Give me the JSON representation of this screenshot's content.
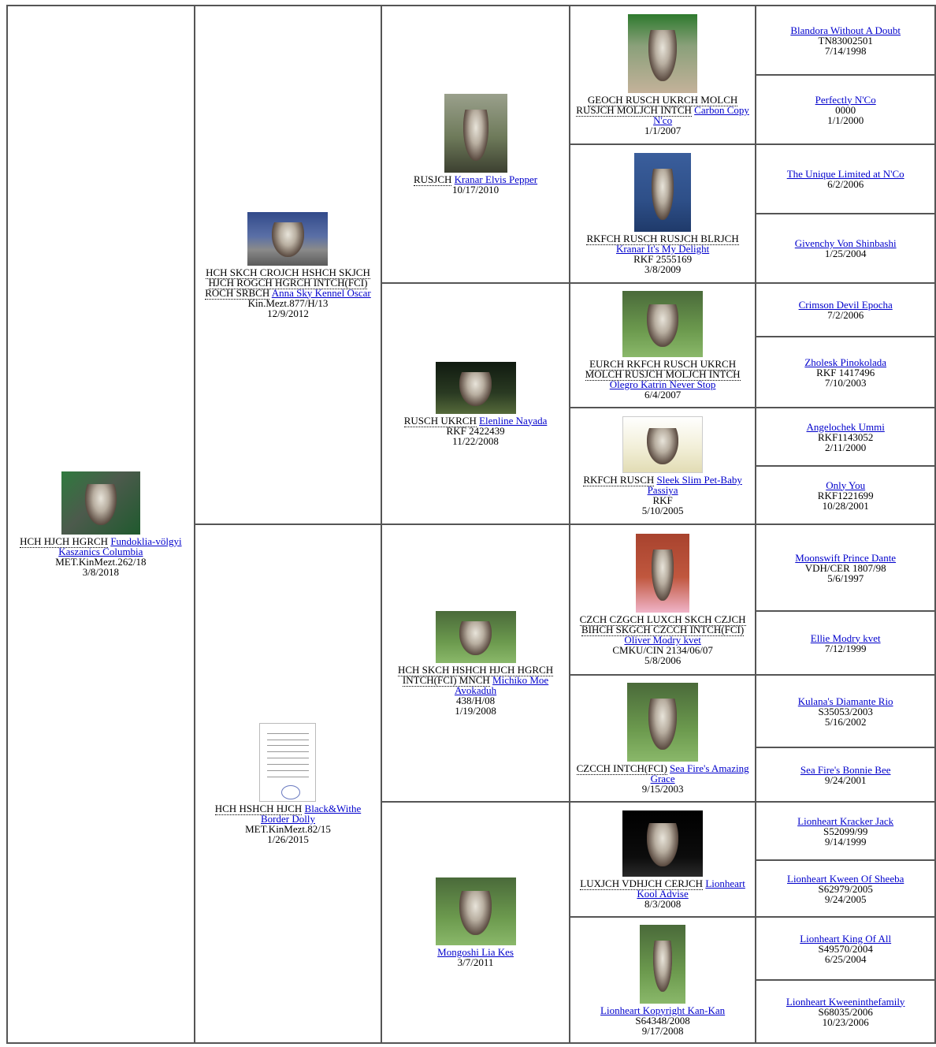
{
  "subject": {
    "titles": "HCH HJCH HGRCH",
    "name": "Fundoklia-völgyi Kaszanics Columbia",
    "reg": "MET.KinMezt.262/18",
    "date": "3/8/2018",
    "photo": "dog-photo"
  },
  "gen1": {
    "sire": {
      "titles": "HCH SKCH CROJCH HSHCH SKJCH HJCH ROGCH HGRCH INTCH(FCI) ROCH SRBCH",
      "name": "Anna Sky Kennel Oscar",
      "reg": "Kin.Mezt.877/H/13",
      "date": "12/9/2012"
    },
    "dam": {
      "titles": "HCH HSHCH HJCH",
      "name": "Black&Withe Border Dolly",
      "reg": "MET.KinMezt.82/15",
      "date": "1/26/2015"
    }
  },
  "gen2": {
    "a": {
      "titles": "RUSJCH",
      "name": "Kranar Elvis Pepper",
      "date": "10/17/2010"
    },
    "b": {
      "titles": "RUSCH UKRCH",
      "name": "Elenline Nayada",
      "reg": "RKF 2422439",
      "date": "11/22/2008"
    },
    "c": {
      "titles": "HCH SKCH HSHCH HJCH HGRCH INTCH(FCI) MNCH",
      "name": "Michiko Moe Avokaduh",
      "reg": "438/H/08",
      "date": "1/19/2008"
    },
    "d": {
      "name": "Mongoshi Lia Kes",
      "date": "3/7/2011"
    }
  },
  "gen3": {
    "a": {
      "titles": "GEOCH RUSCH UKRCH MOLCH RUSJCH MOLJCH INTCH",
      "name": "Carbon Copy N'co",
      "date": "1/1/2007"
    },
    "b": {
      "titles": "RKFCH RUSCH RUSJCH BLRJCH",
      "name": "Kranar It's My Delight",
      "reg": "RKF 2555169",
      "date": "3/8/2009"
    },
    "c": {
      "titles": "EURCH RKFCH RUSCH UKRCH MOLCH RUSJCH MOLJCH INTCH",
      "name": "Olegro Katrin Never Stop",
      "date": "6/4/2007"
    },
    "d": {
      "titles": "RKFCH RUSCH",
      "name": "Sleek Slim Pet-Baby Passiya",
      "reg": "RKF",
      "date": "5/10/2005"
    },
    "e": {
      "titles": "CZCH CZGCH LUXCH SKCH CZJCH BIHCH SKGCH CZCCH INTCH(FCI)",
      "name": "Oliver Modry kvet",
      "reg": "CMKU/CIN 2134/06/07",
      "date": "5/8/2006"
    },
    "f": {
      "titles": "CZCCH INTCH(FCI)",
      "name": "Sea Fire's Amazing Grace",
      "date": "9/15/2003"
    },
    "g": {
      "titles": "LUXJCH VDHJCH CERJCH",
      "name": "Lionheart Kool Advise",
      "date": "8/3/2008"
    },
    "h": {
      "name": "Lionheart Kopyright Kan-Kan",
      "reg": "S64348/2008",
      "date": "9/17/2008"
    }
  },
  "gen4": [
    {
      "name": "Blandora Without A Doubt",
      "reg": "TN83002501",
      "date": "7/14/1998"
    },
    {
      "name": "Perfectly N'Co",
      "reg": "0000",
      "date": "1/1/2000"
    },
    {
      "name": "The Unique Limited at N'Co",
      "date": "6/2/2006"
    },
    {
      "name": "Givenchy Von Shinbashi",
      "date": "1/25/2004"
    },
    {
      "name": "Crimson Devil Epocha",
      "date": "7/2/2006"
    },
    {
      "name": "Zholesk Pinokolada",
      "reg": "RKF 1417496",
      "date": "7/10/2003"
    },
    {
      "name": "Angelochek Ummi",
      "reg": "RKF1143052",
      "date": "2/11/2000"
    },
    {
      "name": "Only You",
      "reg": "RKF1221699",
      "date": "10/28/2001"
    },
    {
      "name": "Moonswift Prince Dante",
      "reg": "VDH/CER 1807/98",
      "date": "5/6/1997"
    },
    {
      "name": "Ellie Modry kvet",
      "date": "7/12/1999"
    },
    {
      "name": "Kulana's Diamante Rio",
      "reg": "S35053/2003",
      "date": "5/16/2002"
    },
    {
      "name": "Sea Fire's Bonnie Bee",
      "date": "9/24/2001"
    },
    {
      "name": "Lionheart Kracker Jack",
      "reg": "S52099/99",
      "date": "9/14/1999"
    },
    {
      "name": "Lionheart Kween Of Sheeba",
      "reg": "S62979/2005",
      "date": "9/24/2005"
    },
    {
      "name": "Lionheart King Of All",
      "reg": "S49570/2004",
      "date": "6/25/2004"
    },
    {
      "name": "Lionheart Kweeninthefamily",
      "reg": "S68035/2006",
      "date": "10/23/2006"
    }
  ]
}
